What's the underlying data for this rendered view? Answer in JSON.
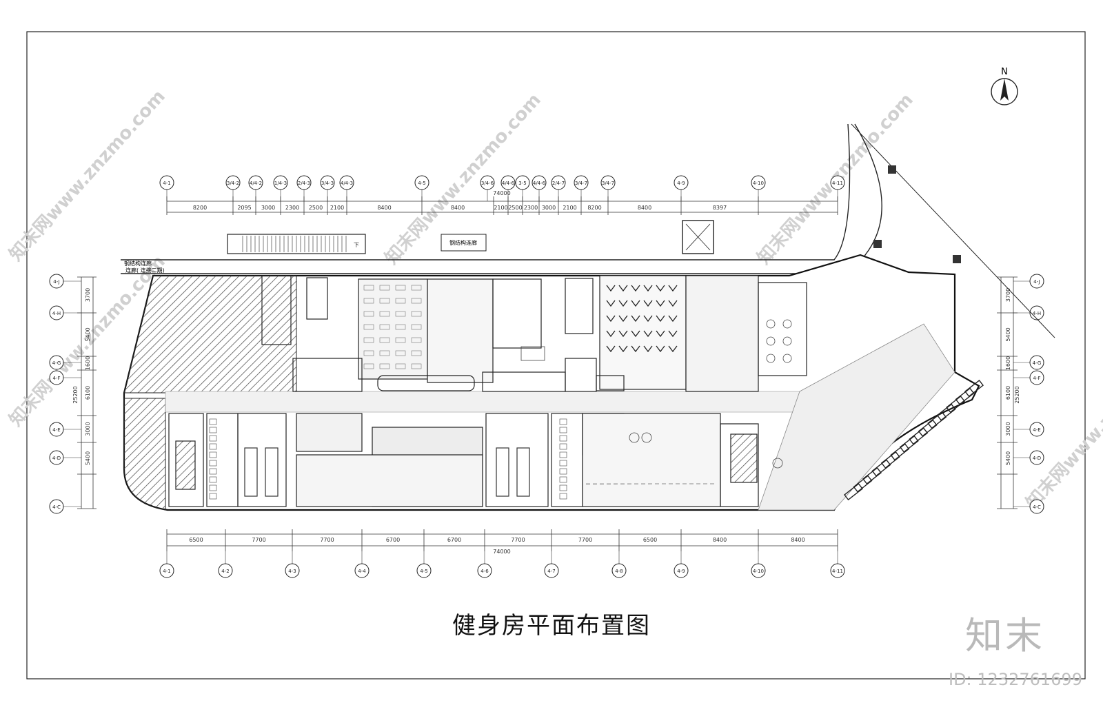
{
  "drawing": {
    "title": "健身房平面布置图",
    "north_label": "N",
    "total_dimension": "74000",
    "height_dimension": "25200",
    "top_spans": [
      "8200",
      "2095",
      "3000",
      "2300",
      "2500",
      "2100",
      "8400",
      "8400",
      "2100",
      "2500",
      "2300",
      "3000",
      "2100",
      "8200",
      "8400",
      "8397"
    ],
    "bottom_spans": [
      "6500",
      "7700",
      "7700",
      "6700",
      "6700",
      "7700",
      "7700",
      "6500",
      "8400",
      "8400"
    ],
    "left_spans": [
      "3700",
      "5400",
      "1600",
      "6100",
      "3000",
      "5400"
    ],
    "top_grid_labels": [
      "4-1",
      "3/4-2",
      "4/4-2",
      "1/4-3",
      "2/4-3",
      "3/4-3",
      "4/4-3",
      "4-5",
      "3/4-6",
      "4/4-6",
      "3-5",
      "4/4-6",
      "2/4-7",
      "3/4-7",
      "3/4-7",
      "4-9",
      "4-10",
      "4-11"
    ],
    "bottom_grid_labels": [
      "4-1",
      "4-2",
      "4-3",
      "4-4",
      "4-5",
      "4-6",
      "4-7",
      "4-8",
      "4-9",
      "4-10",
      "4-11"
    ],
    "side_grid_labels": [
      "4-J",
      "4-H",
      "4-G",
      "4-F",
      "4-E",
      "4-D",
      "4-C"
    ],
    "corridor_labels": [
      "钢结构连廊",
      "钢结构连廊",
      "连廊( 连接二期)"
    ],
    "stair_down_label": "下",
    "watermark": "知末网www.znzmo.com",
    "logo": "知末",
    "image_id": "ID: 1232761699"
  }
}
